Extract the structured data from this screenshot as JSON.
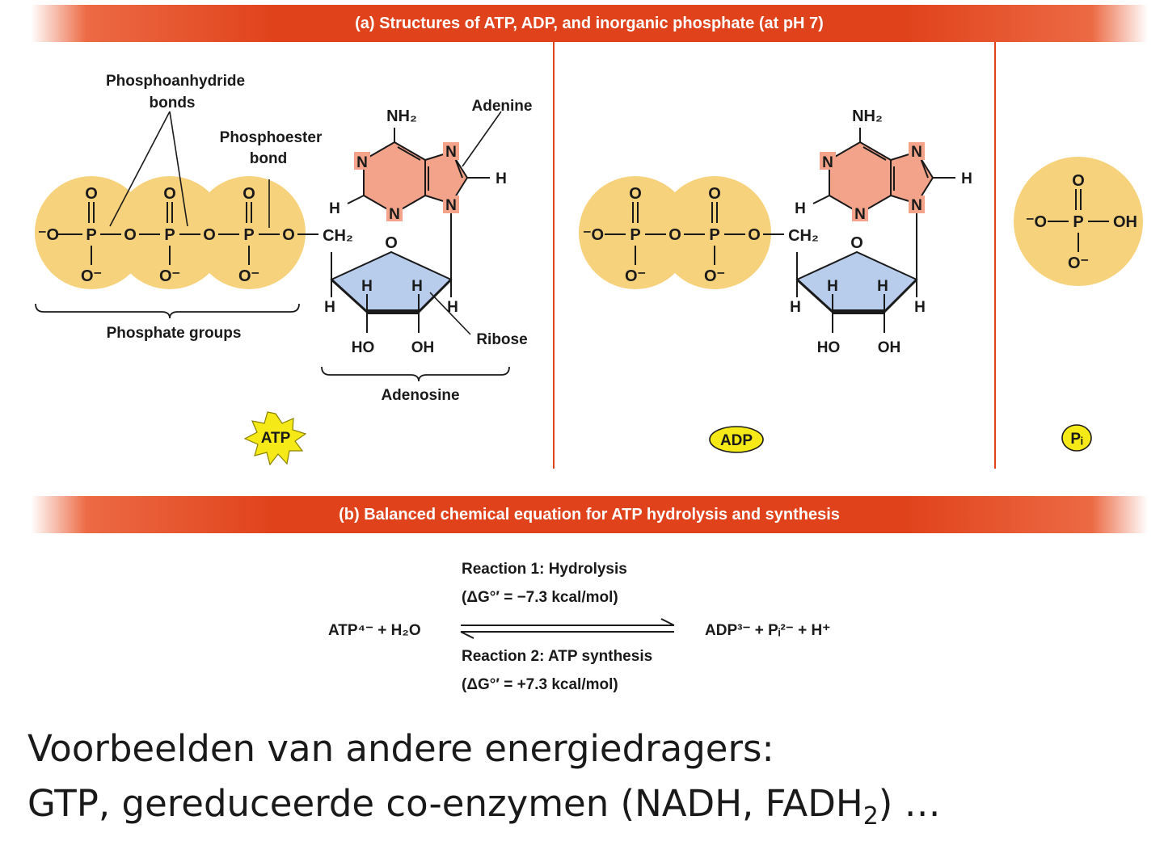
{
  "banner_a": "(a) Structures of ATP, ADP, and inorganic phosphate (at pH 7)",
  "banner_b": "(b) Balanced chemical equation for ATP hydrolysis and synthesis",
  "labels": {
    "phosphoanhydride": "Phosphoanhydride",
    "bonds": "bonds",
    "phosphoester": "Phosphoester",
    "bond": "bond",
    "adenine": "Adenine",
    "ribose": "Ribose",
    "phosphate_groups": "Phosphate groups",
    "adenosine": "Adenosine"
  },
  "atoms": {
    "O": "O",
    "P": "P",
    "N": "N",
    "H": "H",
    "o_minus": "O⁻",
    "minus_o": "⁻O",
    "oh": "OH",
    "ho": "HO",
    "nh2": "NH₂",
    "ch2": "CH₂"
  },
  "badges": {
    "atp": "ATP",
    "adp": "ADP",
    "pi": "Pᵢ"
  },
  "colors": {
    "banner": "#e0421b",
    "phosphate_circle": "#f7d27c",
    "adenine_fill": "#f2a38a",
    "ribose_fill": "#b8cdec",
    "badge_yellow": "#f5ea17"
  },
  "equation": {
    "reaction1": "Reaction 1: Hydrolysis",
    "dg1": "(ΔG°′ = −7.3 kcal/mol)",
    "reaction2": "Reaction 2: ATP synthesis",
    "dg2": "(ΔG°′ = +7.3 kcal/mol)",
    "left": "ATP⁴⁻ + H₂O",
    "right": "ADP³⁻ + Pᵢ²⁻ + H⁺"
  },
  "bottom": {
    "line1": "Voorbeelden van andere energiedragers:",
    "line2_a": "GTP, gereduceerde co-enzymen (NADH, FADH",
    "line2_sub": "2",
    "line2_b": ") …"
  }
}
